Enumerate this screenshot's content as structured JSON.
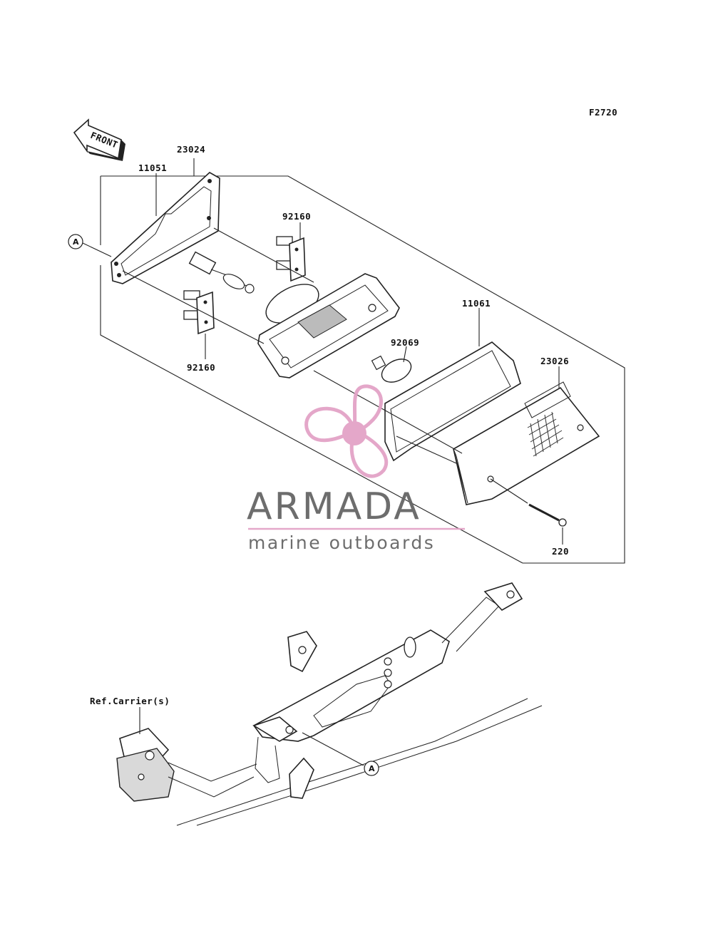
{
  "figure_code": "F2720",
  "front_label": "FRONT",
  "parts": {
    "assembly": "23024",
    "gasket_base": "11051",
    "socket_upper": "92160",
    "socket_lower": "92160",
    "bulb": "92069",
    "gasket_lens": "11061",
    "lens": "23026",
    "screw": "220"
  },
  "callout_ref": "A",
  "carrier_ref": "Ref.Carrier(s)",
  "watermark": {
    "brand": "ARMADA",
    "tagline": "marine outboards",
    "brand_color": "#666666",
    "accent_color": "#e3a3c7"
  }
}
